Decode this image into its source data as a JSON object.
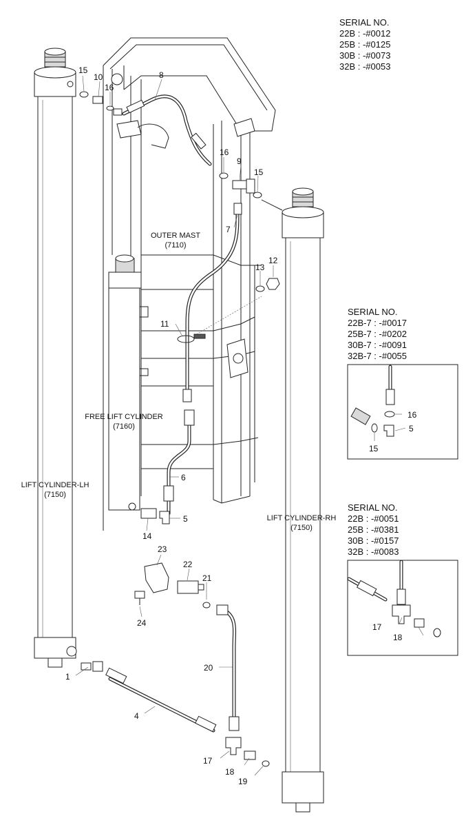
{
  "serial_blocks": [
    {
      "title": "SERIAL NO.",
      "lines": [
        "22B : -#0012",
        "25B : -#0125",
        "30B : -#0073",
        "32B : -#0053"
      ]
    },
    {
      "title": "SERIAL NO.",
      "lines": [
        "22B-7 : -#0017",
        "25B-7 : -#0202",
        "30B-7 : -#0091",
        "32B-7 : -#0055"
      ]
    },
    {
      "title": "SERIAL NO.",
      "lines": [
        "22B : -#0051",
        "25B : -#0381",
        "30B : -#0157",
        "32B : -#0083"
      ]
    }
  ],
  "component_labels": {
    "outer_mast": {
      "name": "OUTER MAST",
      "code": "(7110)"
    },
    "free_lift_cylinder": {
      "name": "FREE LIFT CYLINDER",
      "code": "(7160)"
    },
    "lift_cylinder_lh": {
      "name": "LIFT CYLINDER-LH",
      "code": "(7150)"
    },
    "lift_cylinder_rh": {
      "name": "LIFT CYLINDER-RH",
      "code": "(7150)"
    }
  },
  "callouts": {
    "c1": "1",
    "c4": "4",
    "c5a": "5",
    "c5b": "5",
    "c6": "6",
    "c7": "7",
    "c8": "8",
    "c9": "9",
    "c10": "10",
    "c11": "11",
    "c12": "12",
    "c13": "13",
    "c14": "14",
    "c15a": "15",
    "c15b": "15",
    "c15c": "15",
    "c16a": "16",
    "c16b": "16",
    "c16c": "16",
    "c17a": "17",
    "c17b": "17",
    "c18a": "18",
    "c18b": "18",
    "c19": "19",
    "c20": "20",
    "c21": "21",
    "c22": "22",
    "c23": "23",
    "c24": "24"
  }
}
